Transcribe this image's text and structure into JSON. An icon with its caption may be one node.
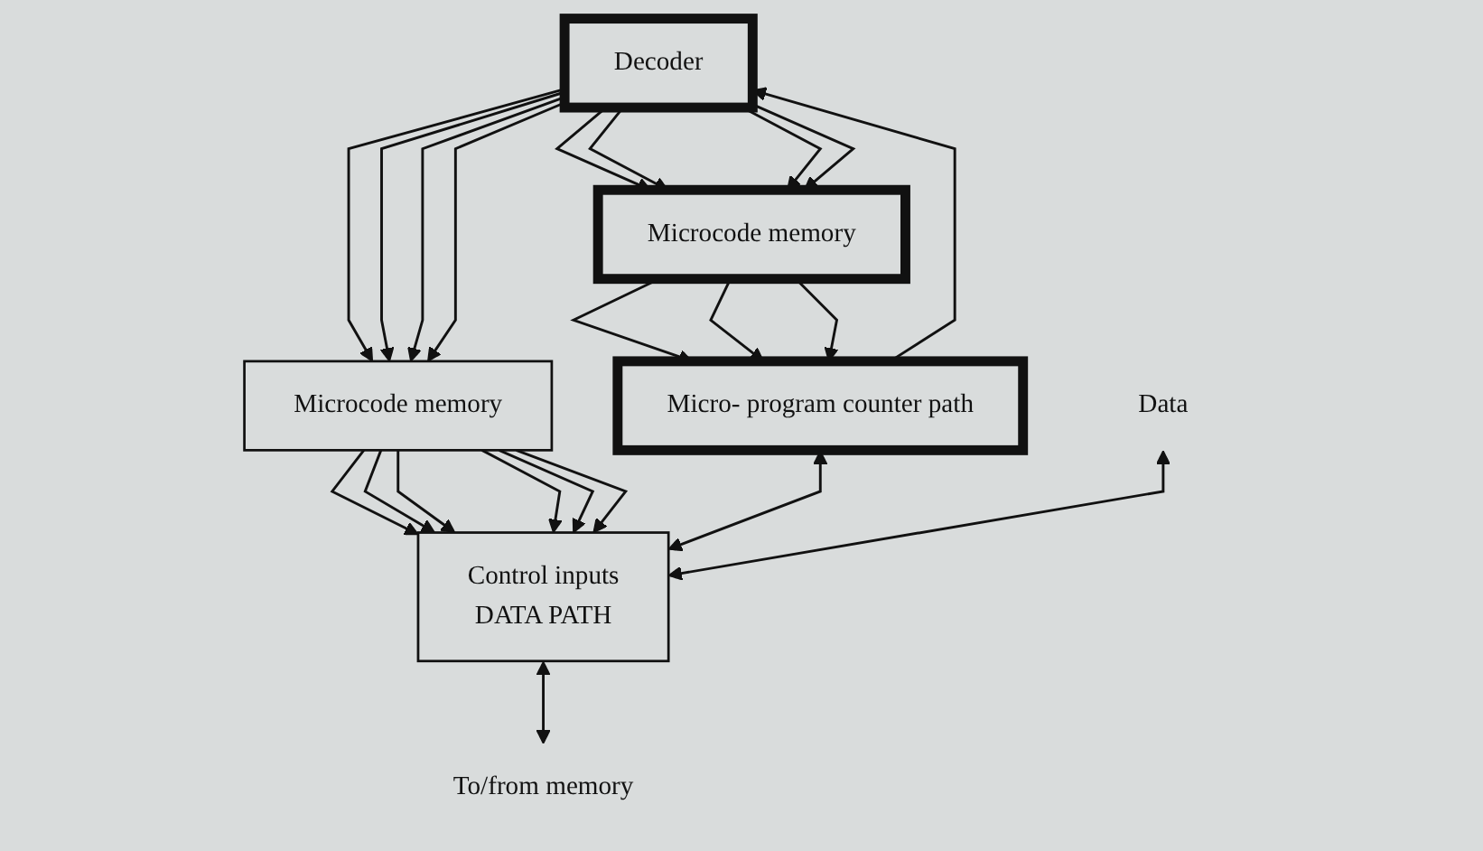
{
  "diagram": {
    "nodes": [
      {
        "text": [
          "Microcode memory"
        ]
      },
      {
        "text": [
          "Decoder"
        ]
      },
      {
        "text": [
          "Microcode memory"
        ]
      },
      {
        "text": [
          "Micro- program counter path"
        ]
      },
      {
        "text": [
          "Control inputs",
          "DATA PATH"
        ]
      },
      {
        "text": [
          "Data"
        ]
      },
      {
        "text": [
          "To/from memory"
        ]
      }
    ],
    "edges": [
      {
        "from": 1,
        "to": 0,
        "arrow": "to"
      },
      {
        "from": 1,
        "to": 0,
        "arrow": "to"
      },
      {
        "from": 1,
        "to": 0,
        "arrow": "to"
      },
      {
        "from": 1,
        "to": 0,
        "arrow": "to"
      },
      {
        "from": 1,
        "to": 2,
        "arrow": "to"
      },
      {
        "from": 1,
        "to": 2,
        "arrow": "to"
      },
      {
        "from": 1,
        "to": 2,
        "arrow": "to"
      },
      {
        "from": 1,
        "to": 2,
        "arrow": "to"
      },
      {
        "from": 3,
        "to": 1,
        "arrow": "to"
      },
      {
        "from": 2,
        "to": 3,
        "arrow": "to"
      },
      {
        "from": 2,
        "to": 3,
        "arrow": "to"
      },
      {
        "from": 2,
        "to": 3,
        "arrow": "to"
      },
      {
        "from": 0,
        "to": 4,
        "arrow": "to"
      },
      {
        "from": 0,
        "to": 4,
        "arrow": "to"
      },
      {
        "from": 0,
        "to": 4,
        "arrow": "to"
      },
      {
        "from": 0,
        "to": 4,
        "arrow": "to"
      },
      {
        "from": 0,
        "to": 4,
        "arrow": "to"
      },
      {
        "from": 0,
        "to": 4,
        "arrow": "to"
      },
      {
        "from": 3,
        "to": 4,
        "arrow": "both"
      },
      {
        "from": 5,
        "to": 4,
        "arrow": "both"
      },
      {
        "from": 4,
        "to": 6,
        "arrow": "both"
      }
    ]
  }
}
